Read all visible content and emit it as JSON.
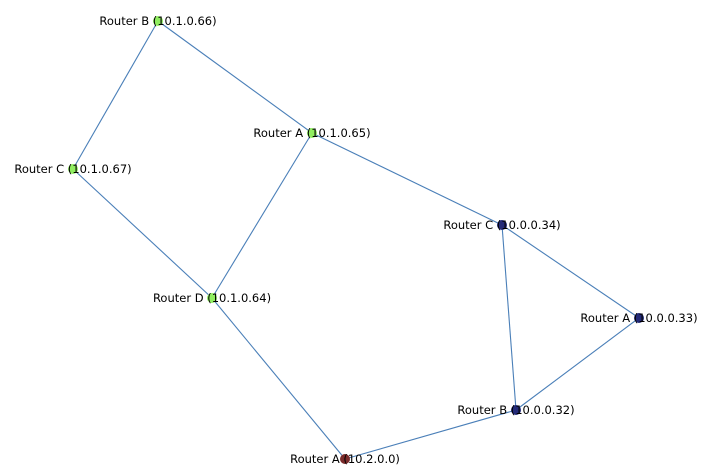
{
  "colors": {
    "edge": "#4a7fb8",
    "group_10_1": "#90ee60",
    "group_10_0": "#232a78",
    "group_10_2": "#7a2a2a"
  },
  "nodes": [
    {
      "id": "rb_10_1_0_66",
      "label": "Router B (10.1.0.66)",
      "group": "group_10_1"
    },
    {
      "id": "ra_10_1_0_65",
      "label": "Router A (10.1.0.65)",
      "group": "group_10_1"
    },
    {
      "id": "rc_10_1_0_67",
      "label": "Router C (10.1.0.67)",
      "group": "group_10_1"
    },
    {
      "id": "rd_10_1_0_64",
      "label": "Router D (10.1.0.64)",
      "group": "group_10_1"
    },
    {
      "id": "rc_10_0_0_34",
      "label": "Router C (10.0.0.34)",
      "group": "group_10_0"
    },
    {
      "id": "ra_10_0_0_33",
      "label": "Router A (10.0.0.33)",
      "group": "group_10_0"
    },
    {
      "id": "rb_10_0_0_32",
      "label": "Router B (10.0.0.32)",
      "group": "group_10_0"
    },
    {
      "id": "ra_10_2_0_0",
      "label": "Router A (10.2.0.0)",
      "group": "group_10_2"
    }
  ],
  "edges": [
    [
      "rb_10_1_0_66",
      "ra_10_1_0_65"
    ],
    [
      "rb_10_1_0_66",
      "rc_10_1_0_67"
    ],
    [
      "rc_10_1_0_67",
      "rd_10_1_0_64"
    ],
    [
      "ra_10_1_0_65",
      "rd_10_1_0_64"
    ],
    [
      "ra_10_1_0_65",
      "rc_10_0_0_34"
    ],
    [
      "rc_10_0_0_34",
      "ra_10_0_0_33"
    ],
    [
      "rc_10_0_0_34",
      "rb_10_0_0_32"
    ],
    [
      "ra_10_0_0_33",
      "rb_10_0_0_32"
    ],
    [
      "rb_10_0_0_32",
      "ra_10_2_0_0"
    ],
    [
      "rd_10_1_0_64",
      "ra_10_2_0_0"
    ]
  ]
}
